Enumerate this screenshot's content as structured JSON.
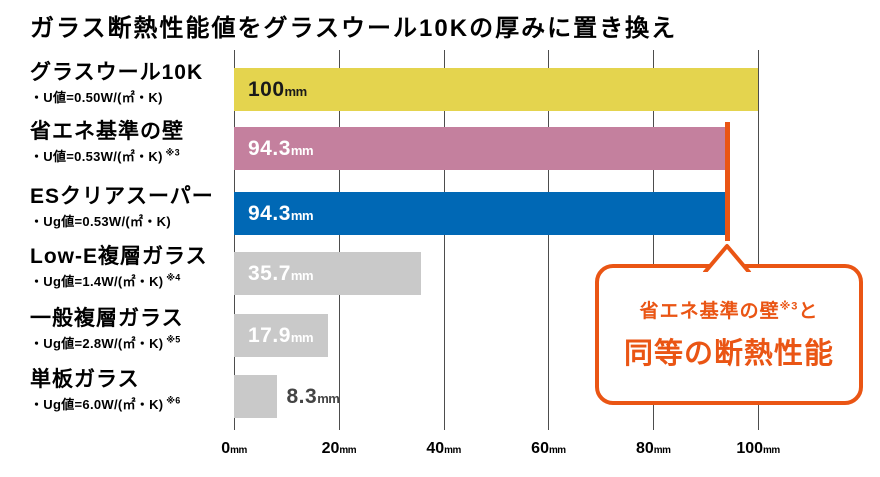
{
  "title": "ガラス断熱性能値をグラスウール10Kの厚みに置き換え",
  "chart_data": {
    "type": "bar",
    "orientation": "horizontal",
    "title": "ガラス断熱性能値をグラスウール10Kの厚みに置き換え",
    "value_unit": "mm",
    "xlim": [
      0,
      100
    ],
    "x_ticks": [
      0,
      20,
      40,
      60,
      80,
      100
    ],
    "grid": true,
    "grid_color": "#4d4d4d",
    "rows": [
      {
        "name": "グラスウール10K",
        "spec": "・U値=0.50W/(㎡・K)",
        "note": "",
        "value": 100,
        "value_label": "100",
        "bar_color": "#e4d44e",
        "value_color": "#1a1a1a",
        "value_inside": true
      },
      {
        "name": "省エネ基準の壁",
        "spec": "・U値=0.53W/(㎡・K)",
        "note": "※3",
        "value": 94.3,
        "value_label": "94.3",
        "bar_color": "#c4809e",
        "value_color": "#ffffff",
        "value_inside": true
      },
      {
        "name": "ESクリアスーパー",
        "spec": "・Ug値=0.53W/(㎡・K)",
        "note": "",
        "value": 94.3,
        "value_label": "94.3",
        "bar_color": "#0068b5",
        "value_color": "#ffffff",
        "value_inside": true
      },
      {
        "name": "Low-E複層ガラス",
        "spec": "・Ug値=1.4W/(㎡・K)",
        "note": "※4",
        "value": 35.7,
        "value_label": "35.7",
        "bar_color": "#c9c9c9",
        "value_color": "#ffffff",
        "value_inside": true
      },
      {
        "name": "一般複層ガラス",
        "spec": "・Ug値=2.8W/(㎡・K)",
        "note": "※5",
        "value": 17.9,
        "value_label": "17.9",
        "bar_color": "#c9c9c9",
        "value_color": "#ffffff",
        "value_inside": true
      },
      {
        "name": "単板ガラス",
        "spec": "・Ug値=6.0W/(㎡・K)",
        "note": "※6",
        "value": 8.3,
        "value_label": "8.3",
        "bar_color": "#c9c9c9",
        "value_color": "#444444",
        "value_inside": false
      }
    ],
    "marker": {
      "value": 94.3,
      "color": "#ea5514"
    }
  },
  "callout": {
    "line1_text": "省エネ基準の壁",
    "line1_sup": "※3",
    "line1_tail": "と",
    "line2_text": "同等の断熱性能",
    "accent_color": "#ea5514"
  }
}
